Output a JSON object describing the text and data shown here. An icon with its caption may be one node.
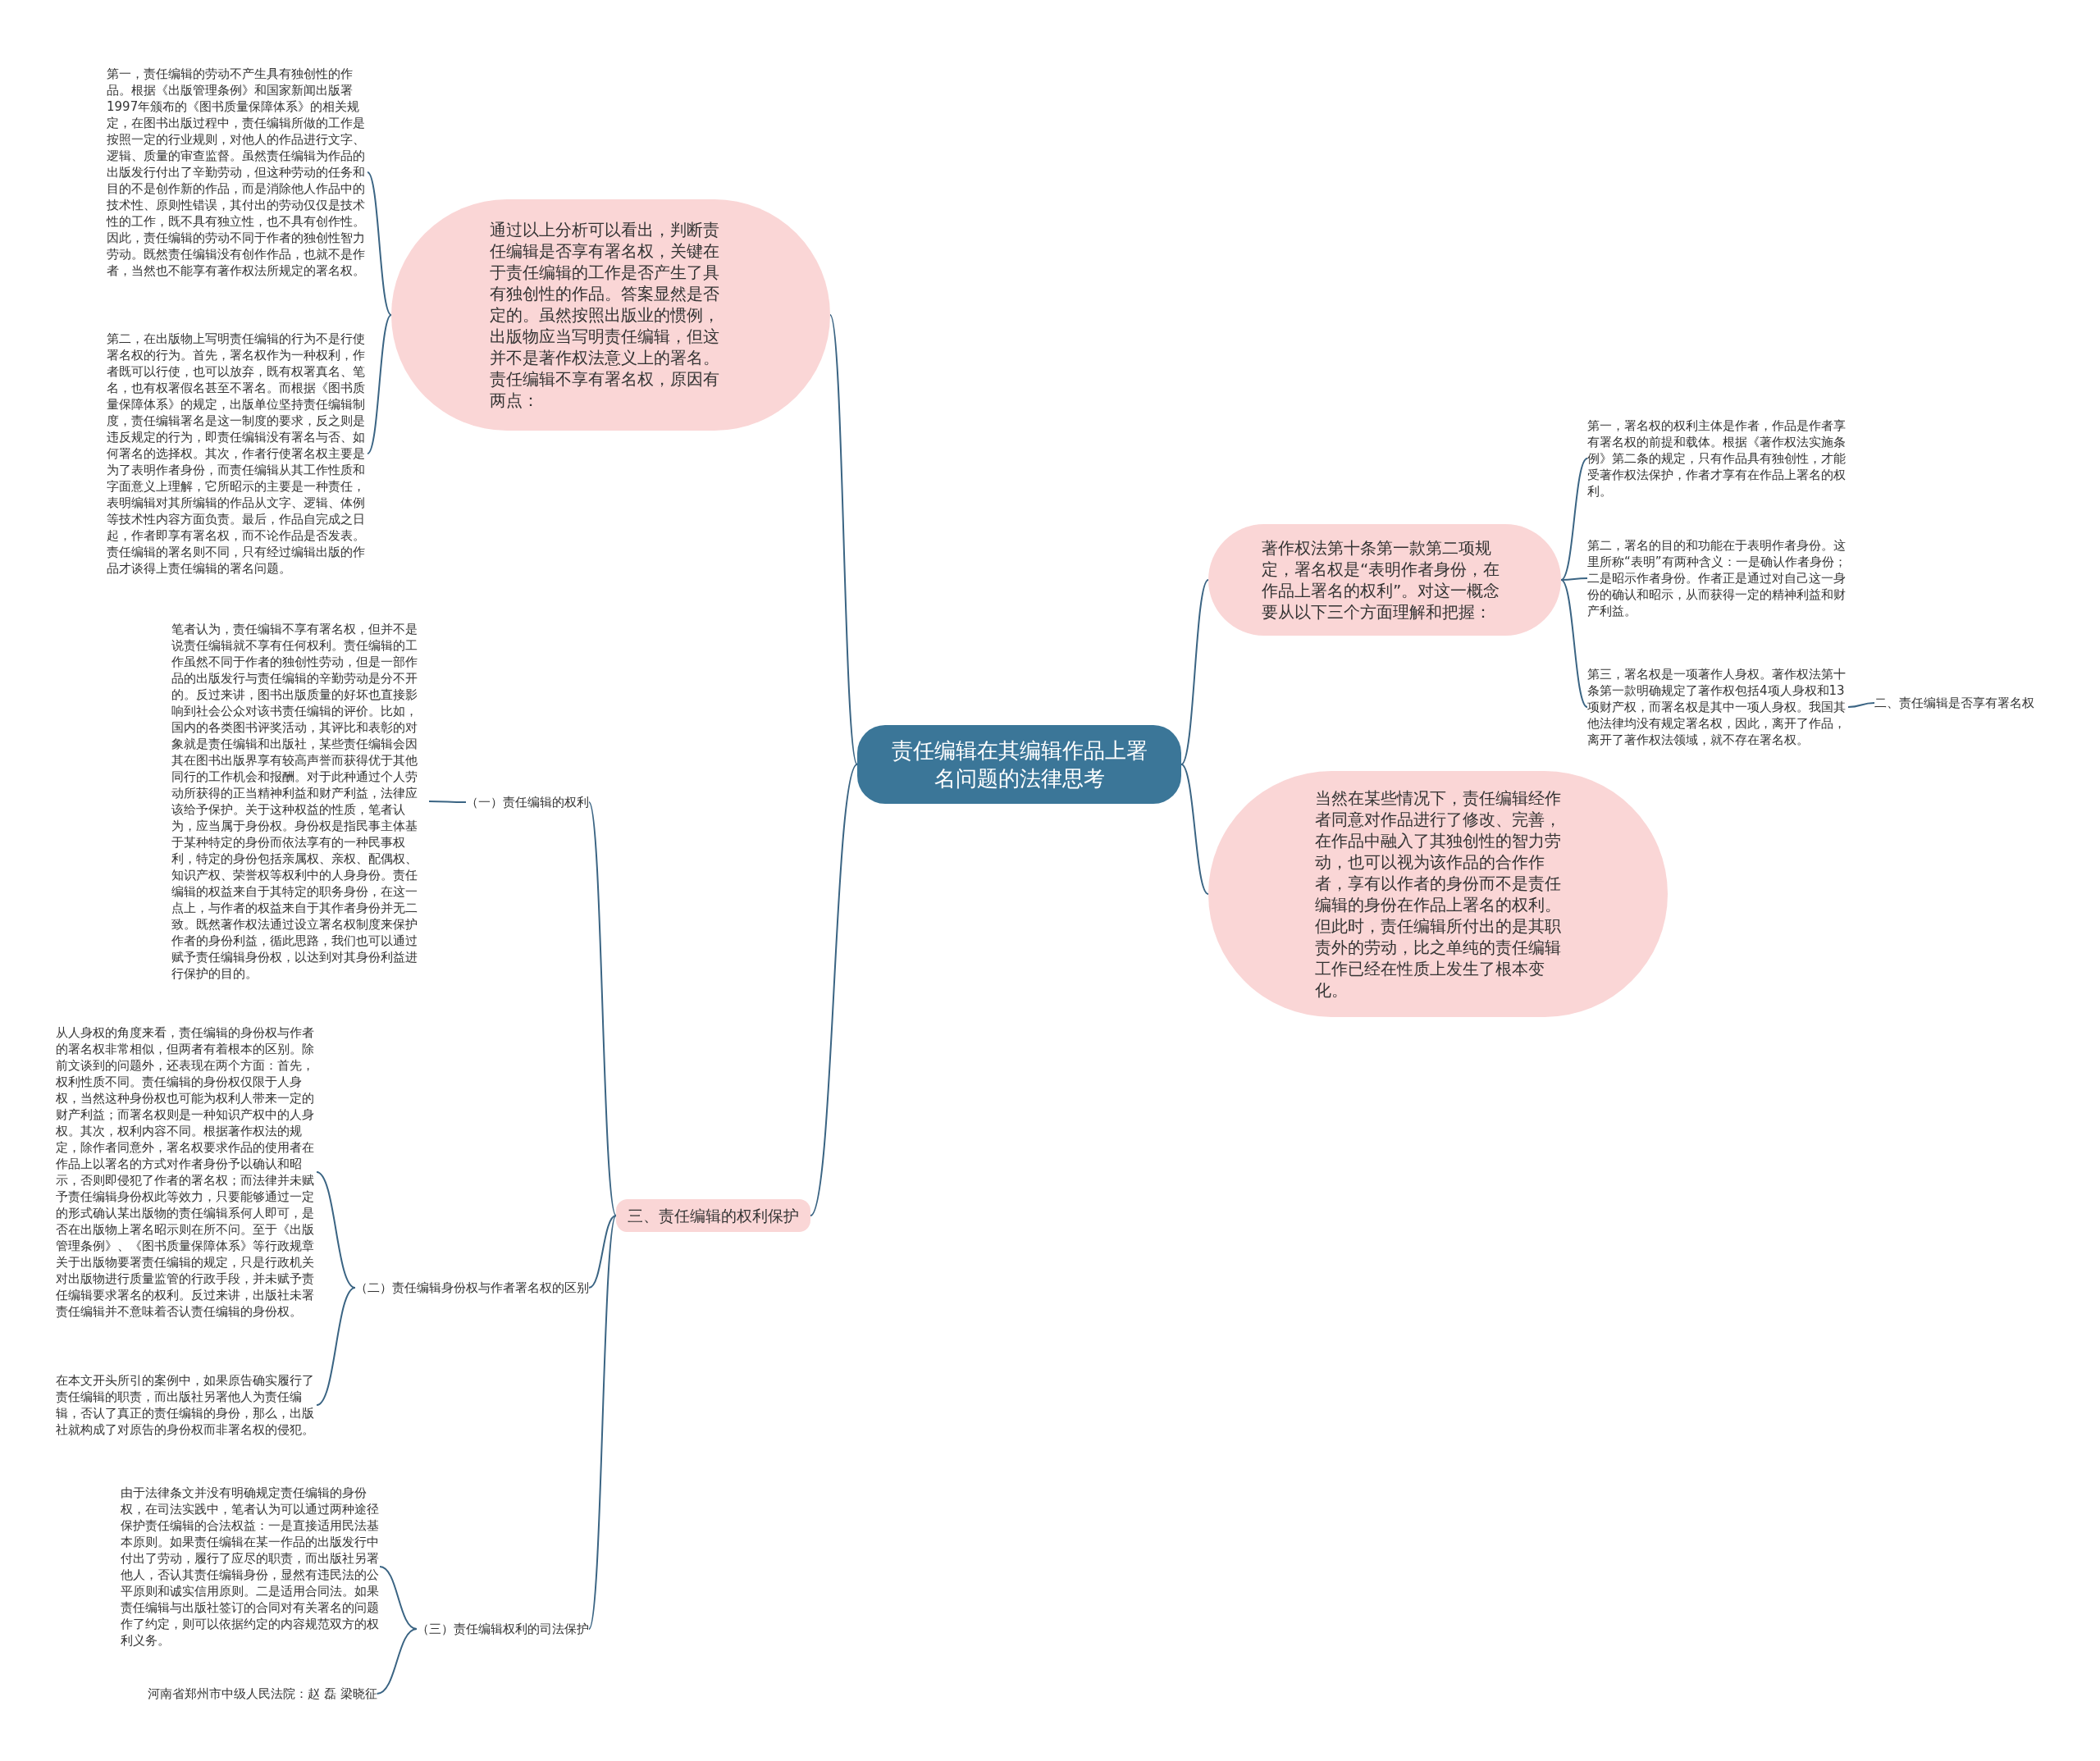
{
  "diagram": {
    "nodes": [
      {
        "text": [
          "责任编辑在其编辑作品上署名问题的法律思考"
        ]
      },
      {
        "text": [
          "通过以上分析可以看出，判断责任编辑是否享有署名权，关键在于责任编辑的工作是否产生了具有独创性的作品。答案显然是否定的。虽然按照出版业的惯例，出版物应当写明责任编辑，但这并不是著作权法意义上的署名。责任编辑不享有署名权，原因有两点："
        ]
      },
      {
        "text": [
          "第一，责任编辑的劳动不产生具有独创性的作品。根据《出版管理条例》和国家新闻出版署1997年颁布的《图书质量保障体系》的相关规定，在图书出版过程中，责任编辑所做的工作是按照一定的行业规则，对他人的作品进行文字、逻辑、质量的审查监督。虽然责任编辑为作品的出版发行付出了辛勤劳动，但这种劳动的任务和目的不是创作新的作品，而是消除他人作品中的技术性、原则性错误，其付出的劳动仅仅是技术性的工作，既不具有独立性，也不具有创作性。因此，责任编辑的劳动不同于作者的独创性智力劳动。既然责任编辑没有创作作品，也就不是作者，当然也不能享有著作权法所规定的署名权。"
        ]
      },
      {
        "text": [
          "第二，在出版物上写明责任编辑的行为不是行使署名权的行为。首先，署名权作为一种权利，作者既可以行使，也可以放弃，既有权署真名、笔名，也有权署假名甚至不署名。而根据《图书质量保障体系》的规定，出版单位坚持责任编辑制度，责任编辑署名是这一制度的要求，反之则是违反规定的行为，即责任编辑没有署名与否、如何署名的选择权。其次，作者行使署名权主要是为了表明作者身份，而责任编辑从其工作性质和字面意义上理解，它所昭示的主要是一种责任，表明编辑对其所编辑的作品从文字、逻辑、体例等技术性内容方面负责。最后，作品自完成之日起，作者即享有署名权，而不论作品是否发表。责任编辑的署名则不同，只有经过编辑出版的作品才谈得上责任编辑的署名问题。"
        ]
      },
      {
        "text": [
          "著作权法第十条第一款第二项规定，署名权是“表明作者身份，在作品上署名的权利”。对这一概念要从以下三个方面理解和把握："
        ]
      },
      {
        "text": [
          "第一，署名权的权利主体是作者，作品是作者享有署名权的前提和载体。根据《著作权法实施条例》第二条的规定，只有作品具有独创性，才能受著作权法保护，作者才享有在作品上署名的权利。"
        ]
      },
      {
        "text": [
          "第二，署名的目的和功能在于表明作者身份。这里所称“表明”有两种含义：一是确认作者身份；二是昭示作者身份。作者正是通过对自己这一身份的确认和昭示，从而获得一定的精神利益和财产利益。"
        ]
      },
      {
        "text": [
          "第三，署名权是一项著作人身权。著作权法第十条第一款明确规定了著作权包括4项人身权和13项财产权，而署名权是其中一项人身权。我国其他法律均没有规定署名权，因此，离开了作品，离开了著作权法领域，就不存在署名权。"
        ]
      },
      {
        "text": [
          "二、责任编辑是否享有署名权"
        ]
      },
      {
        "text": [
          "当然在某些情况下，责任编辑经作者同意对作品进行了修改、完善，在作品中融入了其独创性的智力劳动，也可以视为该作品的合作作者，享有以作者的身份而不是责任编辑的身份在作品上署名的权利。但此时，责任编辑所付出的是其职责外的劳动，比之单纯的责任编辑工作已经在性质上发生了根本变化。"
        ]
      },
      {
        "text": [
          "三、责任编辑的权利保护"
        ]
      },
      {
        "text": [
          "（一）责任编辑的权利"
        ]
      },
      {
        "text": [
          "笔者认为，责任编辑不享有署名权，但并不是说责任编辑就不享有任何权利。责任编辑的工作虽然不同于作者的独创性劳动，但是一部作品的出版发行与责任编辑的辛勤劳动是分不开的。反过来讲，图书出版质量的好坏也直接影响到社会公众对该书责任编辑的评价。比如，国内的各类图书评奖活动，其评比和表彰的对象就是责任编辑和出版社，某些责任编辑会因其在图书出版界享有较高声誉而获得优于其他同行的工作机会和报酬。对于此种通过个人劳动所获得的正当精神利益和财产利益，法律应该给予保护。关于这种权益的性质，笔者认为，应当属于身份权。身份权是指民事主体基于某种特定的身份而依法享有的一种民事权利，特定的身份包括亲属权、亲权、配偶权、知识产权、荣誉权等权利中的人身身份。责任编辑的权益来自于其特定的职务身份，在这一点上，与作者的权益来自于其作者身份并无二致。既然著作权法通过设立署名权制度来保护作者的身份利益，循此思路，我们也可以通过赋予责任编辑身份权，以达到对其身份利益进行保护的目的。"
        ]
      },
      {
        "text": [
          "（二）责任编辑身份权与作者署名权的区别"
        ]
      },
      {
        "text": [
          "从人身权的角度来看，责任编辑的身份权与作者的署名权非常相似，但两者有着根本的区别。除前文谈到的问题外，还表现在两个方面：首先，权利性质不同。责任编辑的身份权仅限于人身权，当然这种身份权也可能为权利人带来一定的财产利益；而署名权则是一种知识产权中的人身权。其次，权利内容不同。根据著作权法的规定，除作者同意外，署名权要求作品的使用者在作品上以署名的方式对作者身份予以确认和昭示，否则即侵犯了作者的署名权；而法律并未赋予责任编辑身份权此等效力，只要能够通过一定的形式确认某出版物的责任编辑系何人即可，是否在出版物上署名昭示则在所不问。至于《出版管理条例》、《图书质量保障体系》等行政规章关于出版物要署责任编辑的规定，只是行政机关对出版物进行质量监管的行政手段，并未赋予责任编辑要求署名的权利。反过来讲，出版社未署责任编辑并不意味着否认责任编辑的身份权。"
        ]
      },
      {
        "text": [
          "在本文开头所引的案例中，如果原告确实履行了责任编辑的职责，而出版社另署他人为责任编辑，否认了真正的责任编辑的身份，那么，出版社就构成了对原告的身份权而非署名权的侵犯。"
        ]
      },
      {
        "text": [
          "（三）责任编辑权利的司法保护"
        ]
      },
      {
        "text": [
          "由于法律条文并没有明确规定责任编辑的身份权，在司法实践中，笔者认为可以通过两种途径保护责任编辑的合法权益：一是直接适用民法基本原则。如果责任编辑在某一作品的出版发行中付出了劳动，履行了应尽的职责，而出版社另署他人，否认其责任编辑身份，显然有违民法的公平原则和诚实信用原则。二是适用合同法。如果责任编辑与出版社签订的合同对有关署名的问题作了约定，则可以依据约定的内容规范双方的权利义务。"
        ]
      },
      {
        "text": [
          "河南省郑州市中级人民法院：赵 磊 梁晓征"
        ]
      }
    ],
    "edges": [
      {
        "from": 0,
        "to": 1,
        "arrow": "none"
      },
      {
        "from": 1,
        "to": 2,
        "arrow": "none"
      },
      {
        "from": 1,
        "to": 3,
        "arrow": "none"
      },
      {
        "from": 0,
        "to": 4,
        "arrow": "none"
      },
      {
        "from": 4,
        "to": 5,
        "arrow": "none"
      },
      {
        "from": 4,
        "to": 6,
        "arrow": "none"
      },
      {
        "from": 4,
        "to": 7,
        "arrow": "none"
      },
      {
        "from": 7,
        "to": 8,
        "arrow": "none"
      },
      {
        "from": 0,
        "to": 9,
        "arrow": "none"
      },
      {
        "from": 0,
        "to": 10,
        "arrow": "none"
      },
      {
        "from": 10,
        "to": 11,
        "arrow": "none"
      },
      {
        "from": 11,
        "to": 12,
        "arrow": "none"
      },
      {
        "from": 10,
        "to": 13,
        "arrow": "none"
      },
      {
        "from": 13,
        "to": 14,
        "arrow": "none"
      },
      {
        "from": 13,
        "to": 15,
        "arrow": "none"
      },
      {
        "from": 10,
        "to": 16,
        "arrow": "none"
      },
      {
        "from": 16,
        "to": 17,
        "arrow": "none"
      },
      {
        "from": 16,
        "to": 18,
        "arrow": "none"
      }
    ]
  }
}
